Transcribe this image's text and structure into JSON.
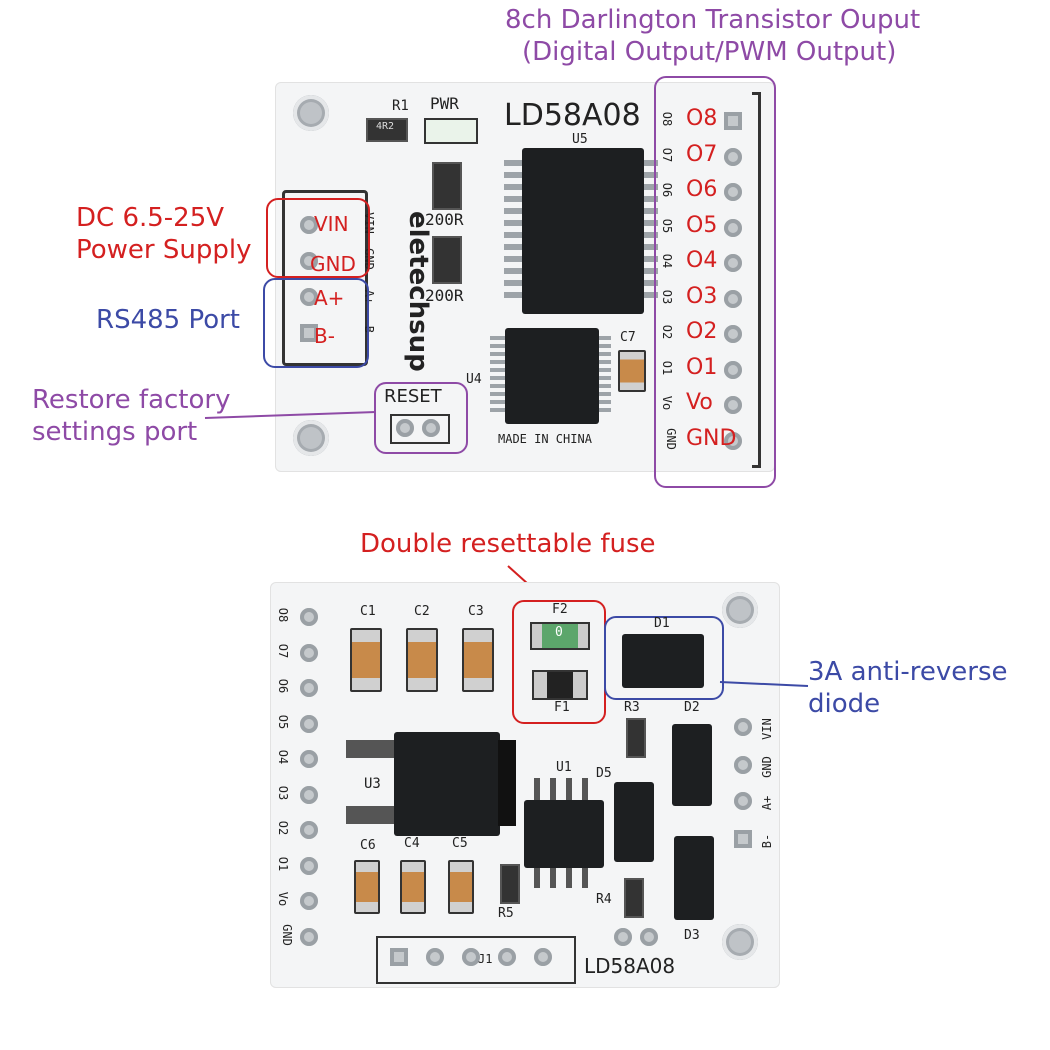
{
  "annotations": {
    "top_output_title": "8ch Darlington Transistor Ouput",
    "top_output_subtitle": "(Digital Output/PWM Output)",
    "power_line1": "DC 6.5-25V",
    "power_line2": "Power Supply",
    "rs485": "RS485 Port",
    "restore_line1": "Restore factory",
    "restore_line2": "settings port",
    "fuse": "Double resettable fuse",
    "diode_line1": "3A anti-reverse",
    "diode_line2": "diode"
  },
  "top_board": {
    "model": "LD58A08",
    "brand": "eletechsup",
    "made_in": "MADE IN CHINA",
    "reset_label": "RESET",
    "pwr_label": "PWR",
    "r1_label": "R1",
    "r1_code": "4R2",
    "res_value_1": "200R",
    "res_value_2": "200R",
    "u5": "U5",
    "u4": "U4",
    "c7": "C7",
    "left_pins": [
      "VIN",
      "GND",
      "A+",
      "B-"
    ],
    "output_pins": [
      "O8",
      "O7",
      "O6",
      "O5",
      "O4",
      "O3",
      "O2",
      "O1",
      "Vo",
      "GND"
    ],
    "output_silk": [
      "O8",
      "O7",
      "O6",
      "O5",
      "O4",
      "O3",
      "O2",
      "O1",
      "Vo",
      "GND"
    ],
    "left_silk": [
      "VIN",
      "GND",
      "A+",
      "B-"
    ]
  },
  "bottom_board": {
    "model": "LD58A08",
    "left_silk": [
      "O8",
      "O7",
      "O6",
      "O5",
      "O4",
      "O3",
      "O2",
      "O1",
      "Vo",
      "GND"
    ],
    "right_silk": [
      "VIN",
      "GND",
      "A+",
      "B-"
    ],
    "caps": [
      "C1",
      "C2",
      "C3",
      "C6",
      "C4",
      "C5"
    ],
    "f2": "F2",
    "f2_code": "0",
    "f1": "F1",
    "d1": "D1",
    "d2": "D2",
    "d3": "D3",
    "d5": "D5",
    "r3": "R3",
    "r4": "R4",
    "r5": "R5",
    "u1": "U1",
    "u3": "U3",
    "j1": "J1"
  },
  "colors": {
    "purple": "#8e4aa6",
    "red": "#d42020",
    "blue": "#3c4aa6",
    "board": "#f4f5f6",
    "chip": "#1d1f21"
  }
}
